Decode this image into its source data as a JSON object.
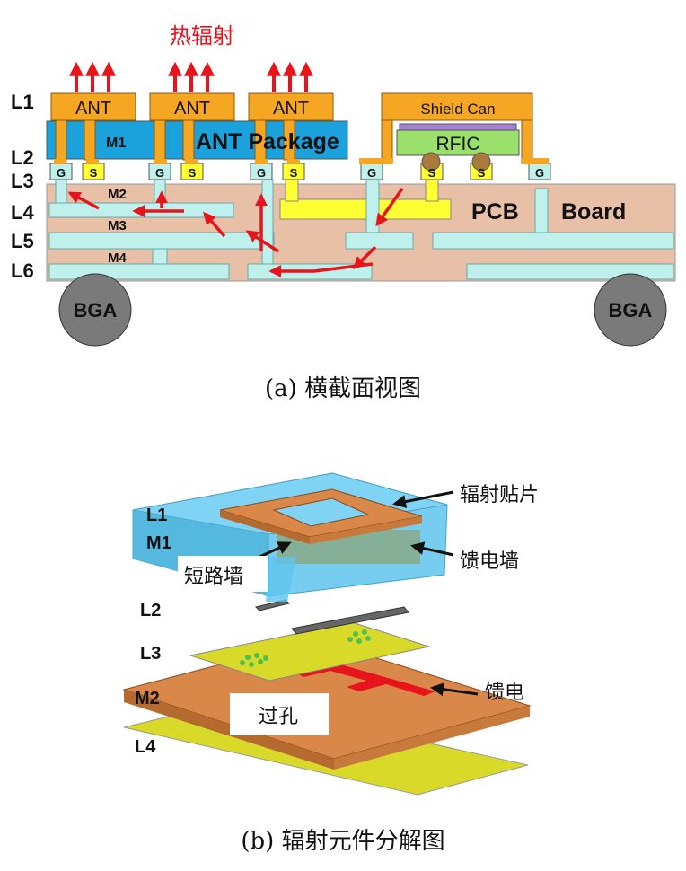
{
  "heat_label": "热辐射",
  "layers_a": [
    "L1",
    "L2",
    "L3",
    "L4",
    "L5",
    "L6"
  ],
  "metals_a": [
    "M1",
    "M2",
    "M3",
    "M4"
  ],
  "ant": "ANT",
  "ant_package": "ANT Package",
  "shield_can": "Shield Can",
  "rfic": "RFIC",
  "pcb": "PCB",
  "board": "Board",
  "bga": "BGA",
  "pad_g": "G",
  "pad_s": "S",
  "caption_a": "(a) 横截面视图",
  "caption_b": "(b) 辐射元件分解图",
  "layers_b": [
    "L1",
    "M1",
    "L2",
    "L3",
    "M2",
    "L4"
  ],
  "callouts_b": {
    "patch": "辐射贴片",
    "short_wall": "短路墙",
    "feed_wall": "馈电墙",
    "feed": "馈电",
    "via": "过孔"
  },
  "colors": {
    "ant": "#f5a623",
    "package": "#1ba1dc",
    "pcb": "#e8c0a8",
    "cyan": "#bff0ec",
    "yellow": "#ffff33",
    "red": "#e8141c",
    "rfic": "#9be06a",
    "bga": "#7a7a7a",
    "blue3d": "#5fc4ec",
    "copper": "#d9884a",
    "olive": "#e0e030"
  }
}
